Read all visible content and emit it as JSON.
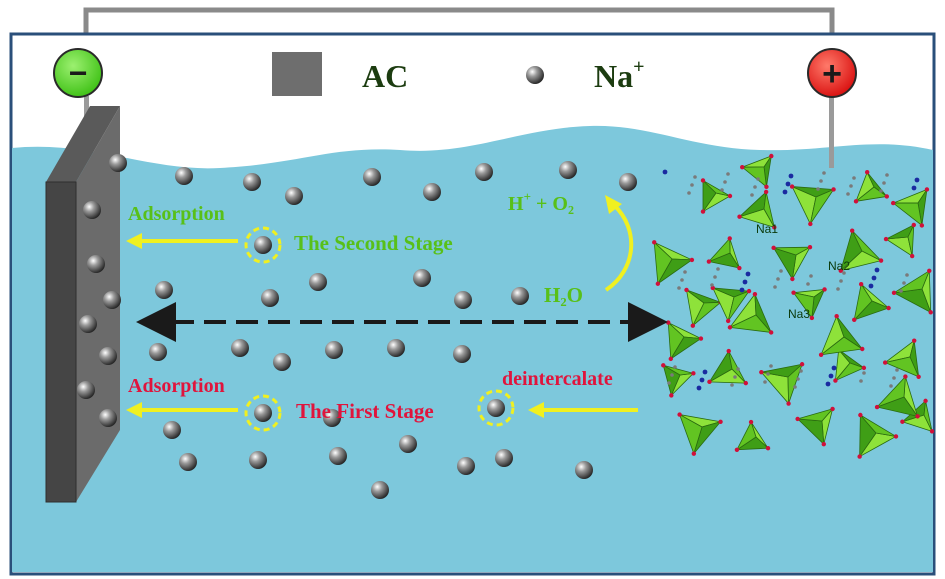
{
  "legend": {
    "ac_label": "AC",
    "na_label": "Na",
    "na_charge": "+"
  },
  "electrodes": {
    "negative_symbol": "−",
    "positive_symbol": "+"
  },
  "labels": {
    "adsorption_upper": "Adsorption",
    "second_stage": "The Second Stage",
    "first_stage": "The First Stage",
    "adsorption_lower": "Adsorption",
    "deintercalate": "deintercalate",
    "h2o": "H₂O",
    "h_plus": "H",
    "h_plus_charge": "+",
    "o2": " + O₂"
  },
  "crystal_sites": {
    "na1": "Na1",
    "na2": "Na2",
    "na3": "Na3"
  },
  "colors": {
    "water": "#7dc8dc",
    "water_border": "#2a4f7a",
    "electrode_face": "#6b6b6b",
    "electrode_side": "#454545",
    "negative": "#44cc1a",
    "positive": "#e01414",
    "green_text": "#58c018",
    "red_text": "#e0143c",
    "arrow_yellow": "#f0f020",
    "legend_text": "#1c3c10"
  }
}
